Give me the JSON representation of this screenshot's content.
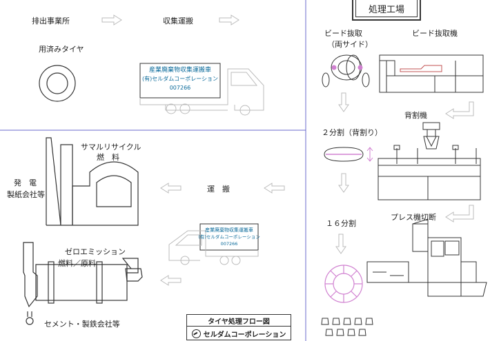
{
  "labels": {
    "origin": "排出事業所",
    "collection": "収集運搬",
    "used_tires": "用済みタイヤ",
    "thermal_recycle_line1": "サマルリサイクル",
    "thermal_recycle_line2": "燃　料",
    "power_line1": "発　電",
    "power_line2": "製紙会社等",
    "transport": "運　搬",
    "zero_emission_line1": "ゼロエミッション",
    "zero_emission_line2": "燃料／原料",
    "cement": "セメント・製鉄会社等",
    "plant_title": "処理工場",
    "bead_removal": "ビード抜取",
    "both_sides": "（両サイド）",
    "bead_machine": "ビード抜取機",
    "back_split_machine": "背割機",
    "split_two": "２分割（背割り）",
    "press_cut": "プレス機切断",
    "split_sixteen": "１６分割"
  },
  "truck": {
    "line1": "産業廃棄物収集運搬車",
    "line2": "(有)セルダムコーポレーション",
    "line3": "007266"
  },
  "legend": {
    "title": "タイヤ処理フロー図",
    "company": "セルダムコーポレーション"
  },
  "colors": {
    "divider": "#6a6acc",
    "truck_text": "#0a6a9a",
    "tire_pink": "#d080d0",
    "line": "#333333",
    "light_line": "#bbbbbb"
  }
}
